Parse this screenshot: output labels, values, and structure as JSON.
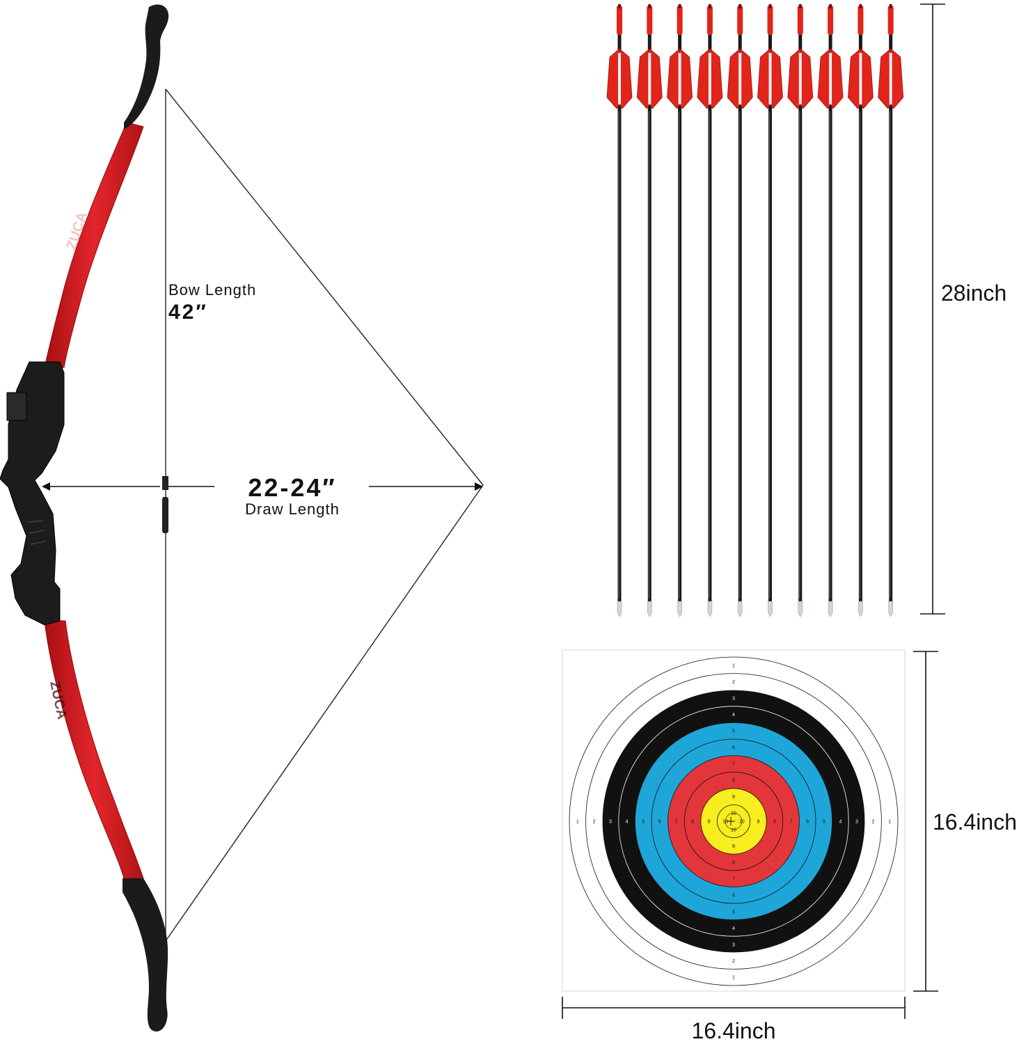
{
  "bow": {
    "length_label": "Bow Length",
    "length_value": "42″",
    "draw_value": "22-24″",
    "draw_label": "Draw Length",
    "brand_text": "ZUCA",
    "limb_color": "#d7191c",
    "grip_color": "#1b1b1b"
  },
  "arrows": {
    "count": 10,
    "length_label": "28inch",
    "fletch_color": "#e1251b",
    "shaft_color": "#1a1a1a",
    "tip_color": "#d9d4cc"
  },
  "target": {
    "width_label": "16.4inch",
    "height_label": "16.4inch",
    "ring_labels": [
      "1",
      "2",
      "3",
      "4",
      "5",
      "6",
      "7",
      "8",
      "9",
      "10"
    ],
    "colors": {
      "white": "#ffffff",
      "black": "#111111",
      "blue": "#1fa6d8",
      "red": "#e3363a",
      "yellow": "#f7ed1f"
    }
  }
}
